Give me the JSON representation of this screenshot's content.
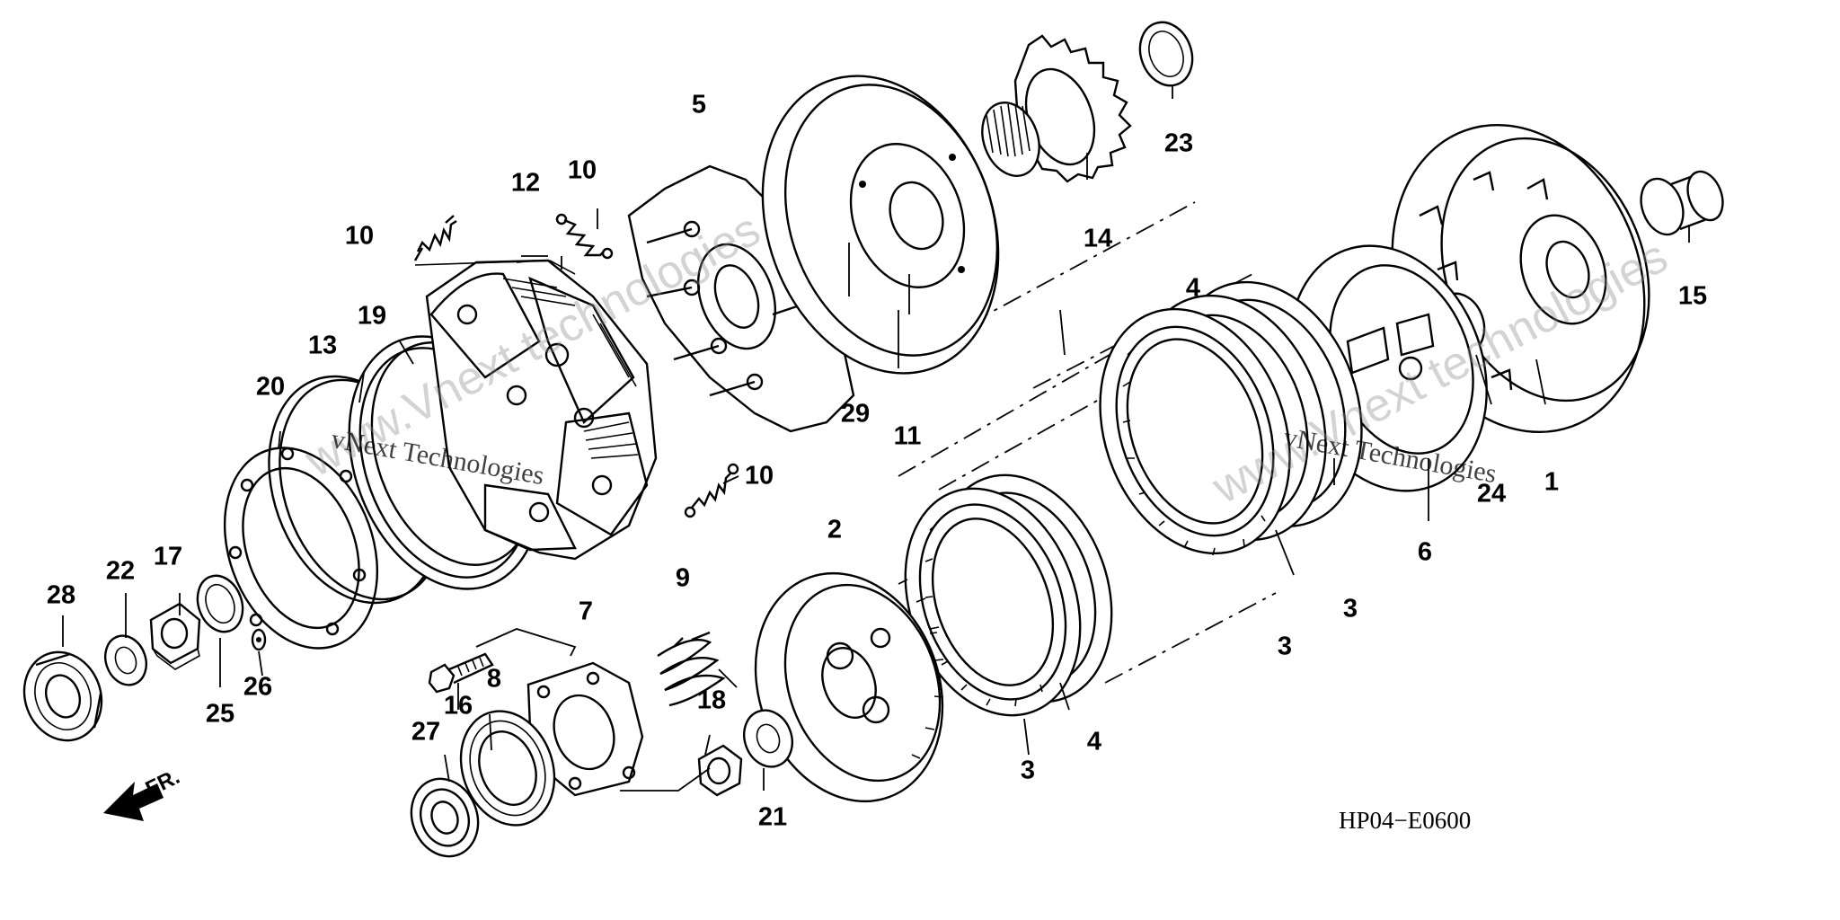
{
  "diagram": {
    "code": "HP04−E0600",
    "direction_label": "FR.",
    "watermark_text": "www.Vnext technologies",
    "watermark_small": "vNext Technologies",
    "callouts": [
      {
        "id": "1",
        "text": "1"
      },
      {
        "id": "2",
        "text": "2"
      },
      {
        "id": "3a",
        "text": "3"
      },
      {
        "id": "3b",
        "text": "3"
      },
      {
        "id": "3c",
        "text": "3"
      },
      {
        "id": "4a",
        "text": "4"
      },
      {
        "id": "4b",
        "text": "4"
      },
      {
        "id": "5",
        "text": "5"
      },
      {
        "id": "6",
        "text": "6"
      },
      {
        "id": "7",
        "text": "7"
      },
      {
        "id": "8",
        "text": "8"
      },
      {
        "id": "9",
        "text": "9"
      },
      {
        "id": "10a",
        "text": "10"
      },
      {
        "id": "10b",
        "text": "10"
      },
      {
        "id": "10c",
        "text": "10"
      },
      {
        "id": "11",
        "text": "11"
      },
      {
        "id": "12",
        "text": "12"
      },
      {
        "id": "13",
        "text": "13"
      },
      {
        "id": "14",
        "text": "14"
      },
      {
        "id": "15",
        "text": "15"
      },
      {
        "id": "16",
        "text": "16"
      },
      {
        "id": "17",
        "text": "17"
      },
      {
        "id": "18",
        "text": "18"
      },
      {
        "id": "19",
        "text": "19"
      },
      {
        "id": "20",
        "text": "20"
      },
      {
        "id": "21",
        "text": "21"
      },
      {
        "id": "22",
        "text": "22"
      },
      {
        "id": "23",
        "text": "23"
      },
      {
        "id": "24",
        "text": "24"
      },
      {
        "id": "25",
        "text": "25"
      },
      {
        "id": "26",
        "text": "26"
      },
      {
        "id": "27",
        "text": "27"
      },
      {
        "id": "28",
        "text": "28"
      },
      {
        "id": "29",
        "text": "29"
      }
    ]
  }
}
